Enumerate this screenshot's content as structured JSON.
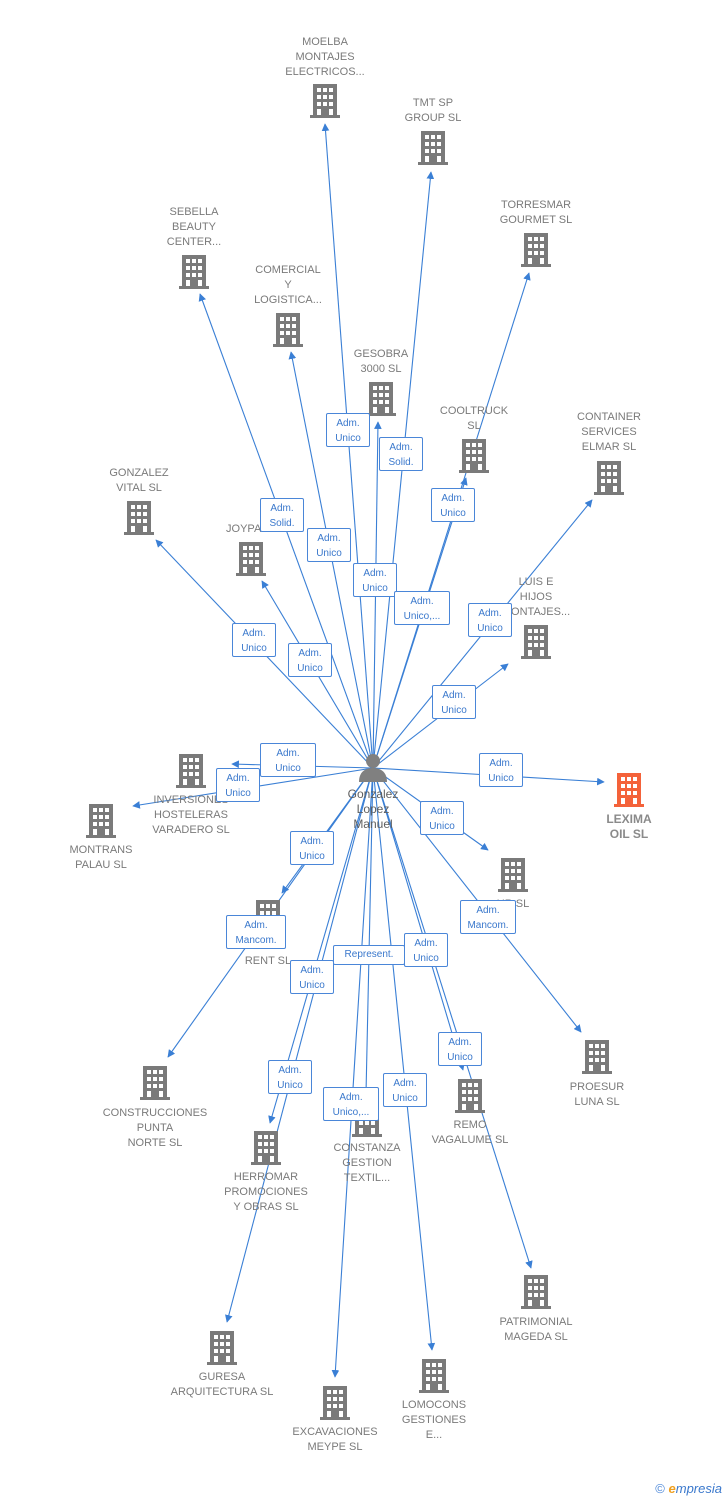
{
  "center": {
    "label": "Gonzalez\nLopez\nManuel",
    "icon": "person-icon"
  },
  "colors": {
    "edge": "#3a7fd5",
    "building": "#7a7a7a",
    "highlight": "#f4623a",
    "person": "#808080"
  },
  "nodes": [
    {
      "id": "moelba",
      "label": "MOELBA\nMONTAJES\nELECTRICOS...",
      "icon": "building-icon",
      "highlight": false
    },
    {
      "id": "tmt",
      "label": "TMT SP\nGROUP  SL",
      "icon": "building-icon",
      "highlight": false
    },
    {
      "id": "torresmar",
      "label": "TORRESMAR\nGOURMET  SL",
      "icon": "building-icon",
      "highlight": false
    },
    {
      "id": "sebella",
      "label": "SEBELLA\nBEAUTY\nCENTER...",
      "icon": "building-icon",
      "highlight": false
    },
    {
      "id": "comercial",
      "label": "COMERCIAL\nY\nLOGISTICA...",
      "icon": "building-icon",
      "highlight": false
    },
    {
      "id": "gesobra",
      "label": "GESOBRA\n3000 SL",
      "icon": "building-icon",
      "highlight": false
    },
    {
      "id": "cooltruck",
      "label": "COOLTRUCK\nSL",
      "icon": "building-icon",
      "highlight": false
    },
    {
      "id": "container",
      "label": "CONTAINER\nSERVICES\nELMAR  SL",
      "icon": "building-icon",
      "highlight": false
    },
    {
      "id": "gonzalezvital",
      "label": "GONZALEZ\nVITAL SL",
      "icon": "building-icon",
      "highlight": false
    },
    {
      "id": "joypa",
      "label": "JOYPA 20",
      "icon": "building-icon",
      "highlight": false
    },
    {
      "id": "luise",
      "label": "LUIS E\nHIJOS\nMONTAJES...",
      "icon": "building-icon",
      "highlight": false
    },
    {
      "id": "inversiones",
      "label": "INVERSIONES\nHOSTELERAS\nVARADERO SL",
      "icon": "building-icon",
      "highlight": false
    },
    {
      "id": "montrans",
      "label": "MONTRANS\nPALAU  SL",
      "icon": "building-icon",
      "highlight": false
    },
    {
      "id": "lexima",
      "label": "LEXIMA\nOIL  SL",
      "icon": "building-icon",
      "highlight": true
    },
    {
      "id": "ur",
      "label": "UR SL",
      "icon": "building-icon",
      "highlight": false
    },
    {
      "id": "rent",
      "label": "RENT  SL",
      "icon": "building-icon",
      "highlight": false
    },
    {
      "id": "construcciones",
      "label": "CONSTRUCCIONES\nPUNTA\nNORTE SL",
      "icon": "building-icon",
      "highlight": false
    },
    {
      "id": "proesur",
      "label": "PROESUR\nLUNA SL",
      "icon": "building-icon",
      "highlight": false
    },
    {
      "id": "remo",
      "label": "REMO\nVAGALUME SL",
      "icon": "building-icon",
      "highlight": false
    },
    {
      "id": "constanza",
      "label": "CONSTANZA\nGESTION\nTEXTIL...",
      "icon": "building-icon",
      "highlight": false
    },
    {
      "id": "herromar",
      "label": "HERROMAR\nPROMOCIONES\nY OBRAS SL",
      "icon": "building-icon",
      "highlight": false
    },
    {
      "id": "patrimonial",
      "label": "PATRIMONIAL\nMAGEDA  SL",
      "icon": "building-icon",
      "highlight": false
    },
    {
      "id": "guresa",
      "label": "GURESA\nARQUITECTURA SL",
      "icon": "building-icon",
      "highlight": false
    },
    {
      "id": "excavaciones",
      "label": "EXCAVACIONES\nMEYPE SL",
      "icon": "building-icon",
      "highlight": false
    },
    {
      "id": "lomocons",
      "label": "LOMOCONS\nGESTIONES\nE...",
      "icon": "building-icon",
      "highlight": false
    }
  ],
  "edges": [
    {
      "to": "moelba",
      "label": "Adm.\nUnico"
    },
    {
      "to": "tmt",
      "label": "Adm.\nSolid."
    },
    {
      "to": "torresmar",
      "label": "Adm.\nUnico"
    },
    {
      "to": "sebella",
      "label": "Adm.\nSolid."
    },
    {
      "to": "comercial",
      "label": "Adm.\nUnico"
    },
    {
      "to": "gesobra",
      "label": "Adm.\nUnico"
    },
    {
      "to": "cooltruck",
      "label": "Adm.\nUnico,..."
    },
    {
      "to": "container",
      "label": "Adm.\nUnico"
    },
    {
      "to": "gonzalezvital",
      "label": "Adm.\nUnico"
    },
    {
      "to": "joypa",
      "label": "Adm.\nUnico"
    },
    {
      "to": "luise",
      "label": "Adm.\nUnico"
    },
    {
      "to": "inversiones",
      "label": "Adm.\nUnico"
    },
    {
      "to": "montrans",
      "label": "Adm.\nUnico"
    },
    {
      "to": "lexima",
      "label": "Adm.\nUnico"
    },
    {
      "to": "ur",
      "label": "Adm.\nUnico"
    },
    {
      "to": "rent",
      "label": "Adm.\nUnico"
    },
    {
      "to": "construcciones",
      "label": "Adm.\nMancom."
    },
    {
      "to": "proesur",
      "label": "Adm.\nMancom."
    },
    {
      "to": "remo",
      "label": "Adm.\nUnico"
    },
    {
      "to": "constanza",
      "label": "Represent."
    },
    {
      "to": "herromar",
      "label": "Adm.\nUnico"
    },
    {
      "to": "patrimonial",
      "label": "Adm.\nUnico"
    },
    {
      "to": "guresa",
      "label": "Adm.\nUnico"
    },
    {
      "to": "excavaciones",
      "label": "Adm.\nUnico,..."
    },
    {
      "to": "lomocons",
      "label": "Adm.\nUnico"
    }
  ],
  "footer": {
    "copyright_symbol": "©",
    "brand_e": "e",
    "brand_rest": "mpresia"
  }
}
